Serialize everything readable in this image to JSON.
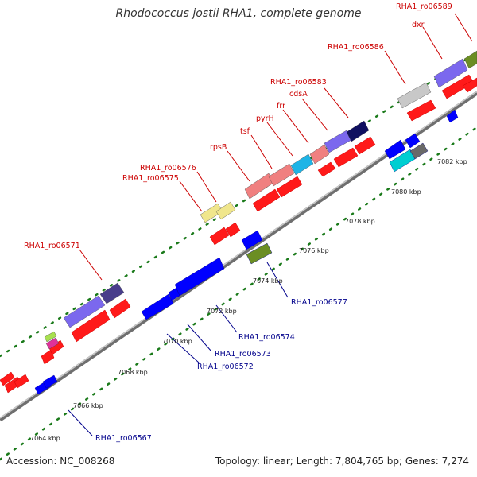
{
  "title": "Rhodococcus jostii RHA1, complete genome",
  "footer": {
    "accession": "Accession: NC_008268",
    "topology": "Topology: linear; Length: 7,804,765 bp; Genes: 7,274"
  },
  "colors": {
    "label_red": "#cc0000",
    "label_blue": "#00008b",
    "backbone": "#888888",
    "tick_dot": "#1a7a1a"
  },
  "scale": {
    "ticks": [
      "7064 kbp",
      "7066 kbp",
      "7068 kbp",
      "7070 kbp",
      "7072 kbp",
      "7074 kbp",
      "7076 kbp",
      "7078 kbp",
      "7080 kbp",
      "7082 kbp"
    ]
  },
  "labels": [
    {
      "text": "RHA1_ro06589",
      "color": "red"
    },
    {
      "text": "dxr",
      "color": "red"
    },
    {
      "text": "RHA1_ro06586",
      "color": "red"
    },
    {
      "text": "RHA1_ro06583",
      "color": "red"
    },
    {
      "text": "cdsA",
      "color": "red"
    },
    {
      "text": "frr",
      "color": "red"
    },
    {
      "text": "pyrH",
      "color": "red"
    },
    {
      "text": "tsf",
      "color": "red"
    },
    {
      "text": "rpsB",
      "color": "red"
    },
    {
      "text": "RHA1_ro06576",
      "color": "red"
    },
    {
      "text": "RHA1_ro06575",
      "color": "red"
    },
    {
      "text": "RHA1_ro06571",
      "color": "red"
    },
    {
      "text": "RHA1_ro06577",
      "color": "blue"
    },
    {
      "text": "RHA1_ro06574",
      "color": "blue"
    },
    {
      "text": "RHA1_ro06573",
      "color": "blue"
    },
    {
      "text": "RHA1_ro06572",
      "color": "blue"
    },
    {
      "text": "RHA1_ro06567",
      "color": "blue"
    }
  ]
}
